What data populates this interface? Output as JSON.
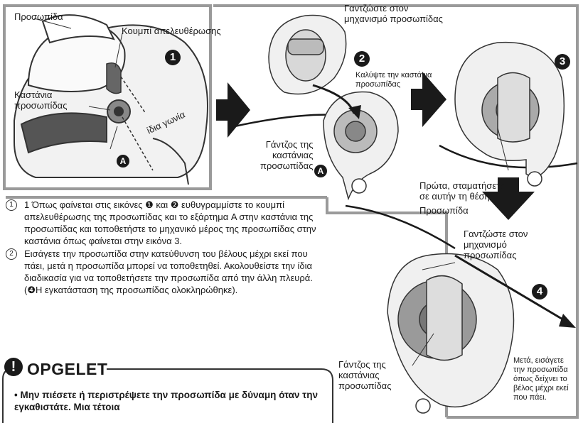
{
  "panel1": {
    "label_visor": "Προσωπίδα",
    "label_release": "Κουμπί απελευθέρωσης",
    "label_ratchet": "Καστάνια\nπροσωπίδας",
    "label_angle": "ίδια γωνία",
    "step": "1",
    "marker": "A"
  },
  "panel2": {
    "label_hook_mech": "Γαντζώστε στον\nμηχανισμό προσωπίδας",
    "label_cover": "Καλύψτε την καστάνια\nπροσωπίδας",
    "label_ratchet_hook": "Γάντζος της\nκαστάνιας\nπροσωπίδας",
    "step": "2",
    "marker": "A"
  },
  "panel3": {
    "label_first_stop": "Πρώτα, σταματήσετε\nσε αυτήν τη θέση",
    "step": "3"
  },
  "panel4": {
    "label_visor": "Προσωπίδα",
    "label_hook_mech": "Γαντζώστε στον\nμηχανισμό\nπροσωπίδας",
    "label_ratchet_hook": "Γάντζος της\nκαστάνιας\nπροσωπίδας",
    "label_next": "Μετά, εισάγετε\nτην προσωπίδα\nόπως δείχνει το\nβέλος μέχρι εκεί\nπου πάει.",
    "step": "4"
  },
  "instructions": [
    {
      "num": "1",
      "text": "1 Όπως φαίνεται στις εικόνες ❶ και ❷ ευθυγραμμίστε το κουμπί απελευθέρωσης της προσωπίδας και  το εξάρτημα A στην καστάνια της προσωπίδας και τοποθετήστε το μηχανικό μέρος της προσωπίδας στην καστάνια όπως φαίνεται στην εικόνα 3."
    },
    {
      "num": "2",
      "text": "Εισάγετε την προσωπίδα στην κατεύθυνση του βέλους μέχρι εκεί που πάει, μετά η προσωπίδα μπορεί να τοποθετηθεί.  Ακολουθείστε την ίδια διαδικασία για να τοποθετήσετε την προσωπίδα από την άλλη πλευρά. (❹Η εγκατάσταση της προσωπίδας ολοκληρώθηκε)."
    }
  ],
  "warning": {
    "icon": "!",
    "title": "OPGELET",
    "text": "• Μην πιέσετε ή περιστρέψετε την προσωπίδα με δύναμη όταν την εγκαθιστάτε. Μια τέτοια"
  }
}
